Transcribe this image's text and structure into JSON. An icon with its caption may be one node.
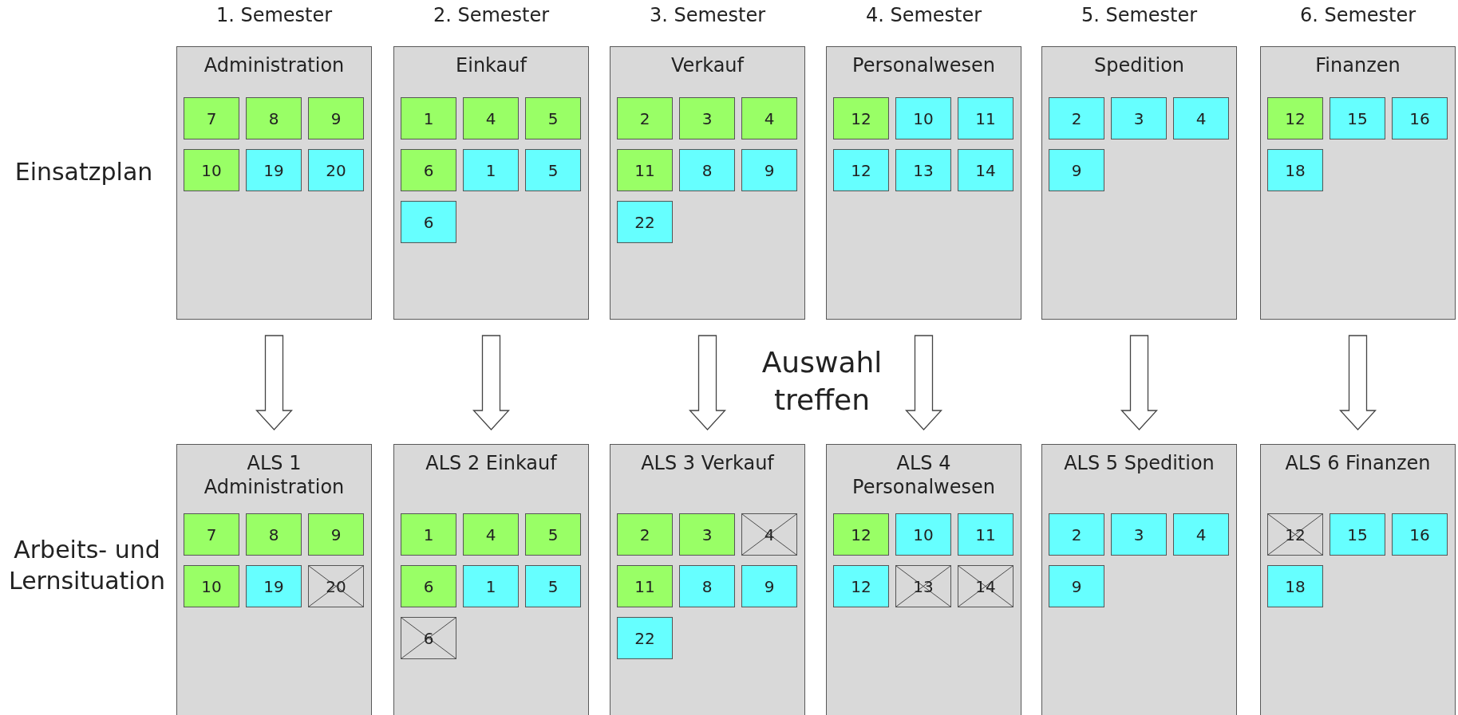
{
  "diagram": {
    "nodes": [
      {
        "text": [
          "Administration"
        ]
      },
      {
        "text": [
          "7"
        ],
        "in": 0
      },
      {
        "text": [
          "8"
        ],
        "in": 0
      },
      {
        "text": [
          "9"
        ],
        "in": 0
      },
      {
        "text": [
          "10"
        ],
        "in": 0
      },
      {
        "text": [
          "19"
        ],
        "in": 0
      },
      {
        "text": [
          "20"
        ],
        "in": 0
      },
      {
        "text": [
          "Einkauf"
        ]
      },
      {
        "text": [
          "1"
        ],
        "in": 7
      },
      {
        "text": [
          "4"
        ],
        "in": 7
      },
      {
        "text": [
          "5"
        ],
        "in": 7
      },
      {
        "text": [
          "6"
        ],
        "in": 7
      },
      {
        "text": [
          "1"
        ],
        "in": 7
      },
      {
        "text": [
          "5"
        ],
        "in": 7
      },
      {
        "text": [
          "6"
        ],
        "in": 7
      },
      {
        "text": [
          "Verkauf"
        ]
      },
      {
        "text": [
          "2"
        ],
        "in": 15
      },
      {
        "text": [
          "3"
        ],
        "in": 15
      },
      {
        "text": [
          "4"
        ],
        "in": 15
      },
      {
        "text": [
          "11"
        ],
        "in": 15
      },
      {
        "text": [
          "8"
        ],
        "in": 15
      },
      {
        "text": [
          "9"
        ],
        "in": 15
      },
      {
        "text": [
          "22"
        ],
        "in": 15
      },
      {
        "text": [
          "Personalwesen"
        ]
      },
      {
        "text": [
          "12"
        ],
        "in": 23
      },
      {
        "text": [
          "10"
        ],
        "in": 23
      },
      {
        "text": [
          "11"
        ],
        "in": 23
      },
      {
        "text": [
          "12"
        ],
        "in": 23
      },
      {
        "text": [
          "13"
        ],
        "in": 23
      },
      {
        "text": [
          "14"
        ],
        "in": 23
      },
      {
        "text": [
          "Spedition"
        ]
      },
      {
        "text": [
          "2"
        ],
        "in": 30
      },
      {
        "text": [
          "3"
        ],
        "in": 30
      },
      {
        "text": [
          "4"
        ],
        "in": 30
      },
      {
        "text": [
          "9"
        ],
        "in": 30
      },
      {
        "text": [
          "Finanzen"
        ]
      },
      {
        "text": [
          "12"
        ],
        "in": 35
      },
      {
        "text": [
          "15"
        ],
        "in": 35
      },
      {
        "text": [
          "16"
        ],
        "in": 35
      },
      {
        "text": [
          "18"
        ],
        "in": 35
      },
      {
        "text": [
          "ALS 1 Administration"
        ]
      },
      {
        "text": [
          "7"
        ],
        "in": 40
      },
      {
        "text": [
          "8"
        ],
        "in": 40
      },
      {
        "text": [
          "9"
        ],
        "in": 40
      },
      {
        "text": [
          "10"
        ],
        "in": 40
      },
      {
        "text": [
          "19"
        ],
        "in": 40
      },
      {
        "text": [
          "20"
        ],
        "in": 40
      },
      {
        "text": [
          "ALS 2 Einkauf"
        ]
      },
      {
        "text": [
          "1"
        ],
        "in": 47
      },
      {
        "text": [
          "4"
        ],
        "in": 47
      },
      {
        "text": [
          "5"
        ],
        "in": 47
      },
      {
        "text": [
          "6"
        ],
        "in": 47
      },
      {
        "text": [
          "1"
        ],
        "in": 47
      },
      {
        "text": [
          "5"
        ],
        "in": 47
      },
      {
        "text": [
          "6"
        ],
        "in": 47
      },
      {
        "text": [
          "ALS 3 Verkauf"
        ]
      },
      {
        "text": [
          "2"
        ],
        "in": 55
      },
      {
        "text": [
          "3"
        ],
        "in": 55
      },
      {
        "text": [
          "4"
        ],
        "in": 55
      },
      {
        "text": [
          "11"
        ],
        "in": 55
      },
      {
        "text": [
          "8"
        ],
        "in": 55
      },
      {
        "text": [
          "9"
        ],
        "in": 55
      },
      {
        "text": [
          "22"
        ],
        "in": 55
      },
      {
        "text": [
          "ALS 4 Personalwesen"
        ]
      },
      {
        "text": [
          "12"
        ],
        "in": 63
      },
      {
        "text": [
          "10"
        ],
        "in": 63
      },
      {
        "text": [
          "11"
        ],
        "in": 63
      },
      {
        "text": [
          "12"
        ],
        "in": 63
      },
      {
        "text": [
          "13"
        ],
        "in": 63
      },
      {
        "text": [
          "14"
        ],
        "in": 63
      },
      {
        "text": [
          "ALS 5 Spedition"
        ]
      },
      {
        "text": [
          "2"
        ],
        "in": 70
      },
      {
        "text": [
          "3"
        ],
        "in": 70
      },
      {
        "text": [
          "4"
        ],
        "in": 70
      },
      {
        "text": [
          "9"
        ],
        "in": 70
      },
      {
        "text": [
          "ALS 6 Finanzen"
        ]
      },
      {
        "text": [
          "12"
        ],
        "in": 75
      },
      {
        "text": [
          "15"
        ],
        "in": 75
      },
      {
        "text": [
          "16"
        ],
        "in": 75
      },
      {
        "text": [
          "18"
        ],
        "in": 75
      }
    ],
    "edges": [
      {
        "from": 0,
        "to": 40,
        "arrow": "to"
      },
      {
        "from": 7,
        "to": 47,
        "arrow": "to"
      },
      {
        "from": 15,
        "to": 55,
        "arrow": "to"
      },
      {
        "from": 23,
        "to": 63,
        "arrow": "to"
      },
      {
        "from": 30,
        "to": 70,
        "arrow": "to"
      },
      {
        "from": 35,
        "to": 75,
        "arrow": "to"
      }
    ],
    "labels": [
      "1. Semester",
      "2. Semester",
      "3. Semester",
      "4. Semester",
      "5. Semester",
      "6. Semester",
      "Einsatzplan",
      "Auswahl treffen",
      "Arbeits- und Lernsituation"
    ]
  }
}
